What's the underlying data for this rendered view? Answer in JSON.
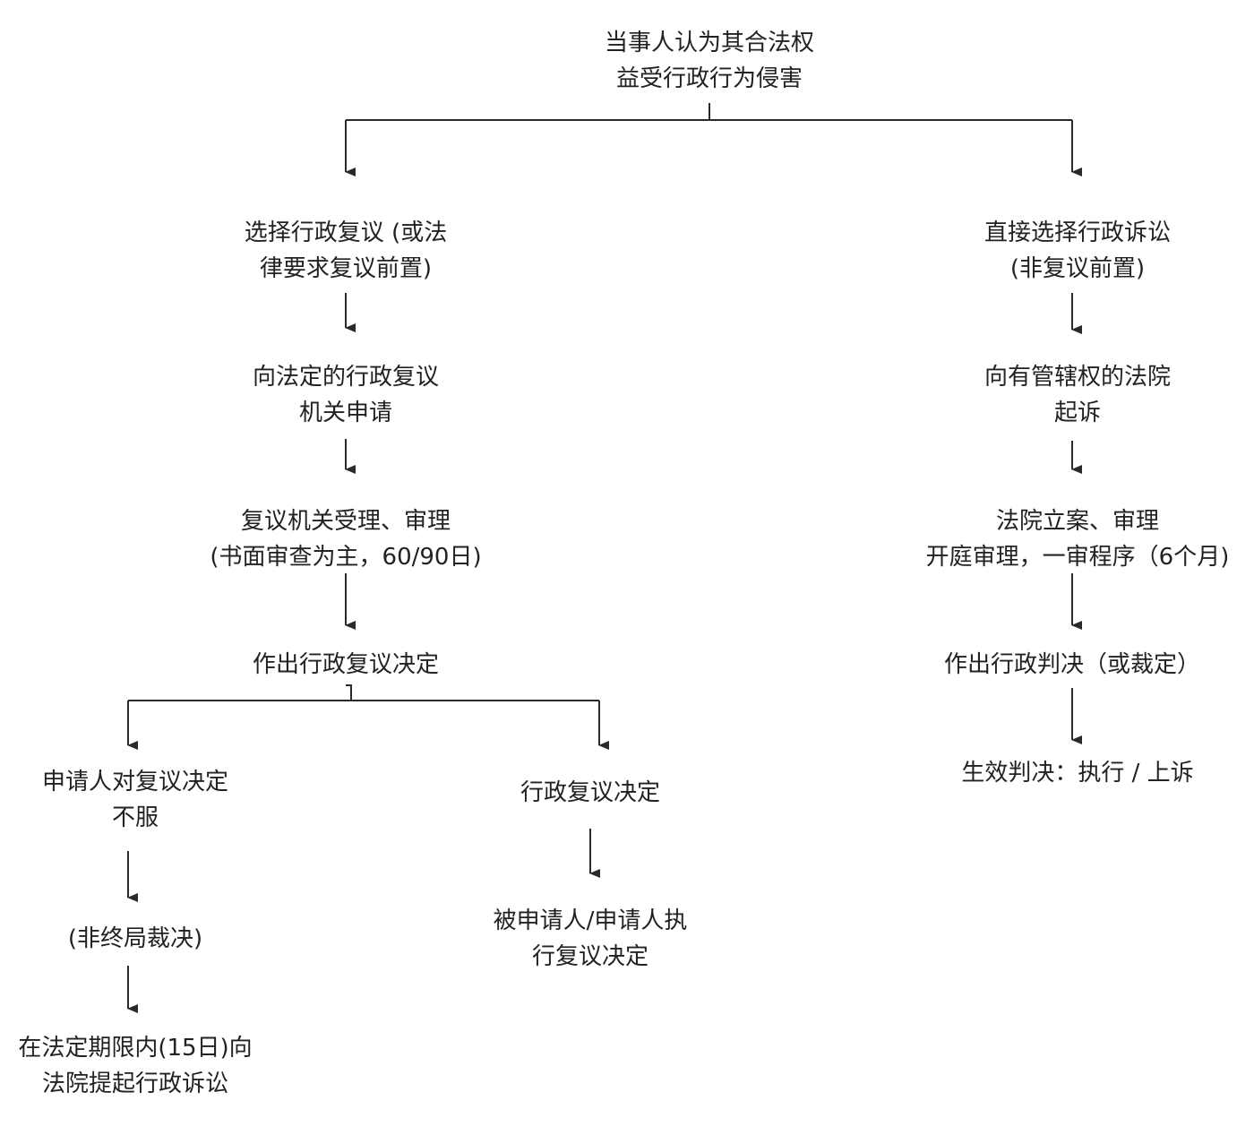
{
  "colors": {
    "line": "#2a2a2a",
    "text": "#222222",
    "background": "#ffffff"
  },
  "nodes": {
    "root": {
      "lines": [
        "当事人认为其合法权",
        "益受行政行为侵害"
      ]
    },
    "left": {
      "choose_review": {
        "lines": [
          "选择行政复议 (或法",
          "律要求复议前置)"
        ]
      },
      "apply_review": {
        "lines": [
          "向法定的行政复议",
          "机关申请"
        ]
      },
      "accept_review": {
        "lines": [
          "复议机关受理、审理",
          "(书面审查为主，60/90日)"
        ]
      },
      "review_decision": {
        "lines": [
          "作出行政复议决定"
        ]
      },
      "dissatisfied": {
        "lines": [
          "申请人对复议决定",
          "不服"
        ]
      },
      "non_final": {
        "lines": [
          "(非终局裁决)"
        ]
      },
      "sue_in_time": {
        "lines": [
          "在法定期限内(15日)向",
          "法院提起行政诉讼"
        ]
      },
      "decision_result": {
        "lines": [
          "行政复议决定"
        ]
      },
      "execute_decision": {
        "lines": [
          "被申请人/申请人执",
          "行复议决定"
        ]
      }
    },
    "right": {
      "direct_litigation": {
        "lines": [
          "直接选择行政诉讼",
          "(非复议前置)"
        ]
      },
      "file_court": {
        "lines": [
          "向有管辖权的法院",
          "起诉"
        ]
      },
      "court_trial": {
        "lines": [
          "法院立案、审理",
          "开庭审理，一审程序（6个月)"
        ]
      },
      "judgment": {
        "lines": [
          "作出行政判决（或裁定）"
        ]
      },
      "effective": {
        "lines": [
          "生效判决：执行 / 上诉"
        ]
      }
    }
  }
}
